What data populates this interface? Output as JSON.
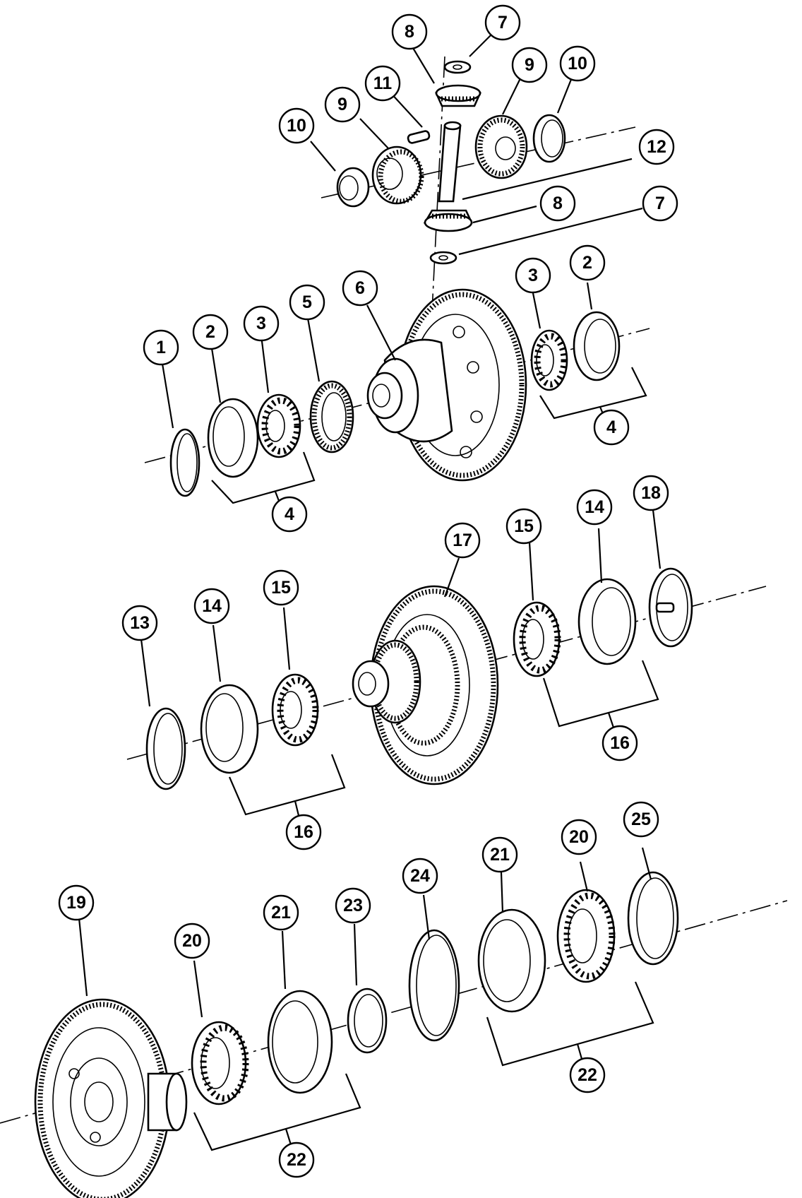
{
  "callouts": [
    {
      "key": "c7a",
      "text": "7"
    },
    {
      "key": "c8a",
      "text": "8"
    },
    {
      "key": "c9a",
      "text": "9"
    },
    {
      "key": "c10a",
      "text": "10"
    },
    {
      "key": "c11",
      "text": "11"
    },
    {
      "key": "c9b",
      "text": "9"
    },
    {
      "key": "c10b",
      "text": "10"
    },
    {
      "key": "c12",
      "text": "12"
    },
    {
      "key": "c8b",
      "text": "8"
    },
    {
      "key": "c7b",
      "text": "7"
    },
    {
      "key": "c3a",
      "text": "3"
    },
    {
      "key": "c2a",
      "text": "2"
    },
    {
      "key": "c6",
      "text": "6"
    },
    {
      "key": "c5",
      "text": "5"
    },
    {
      "key": "c3b",
      "text": "3"
    },
    {
      "key": "c2b",
      "text": "2"
    },
    {
      "key": "c1",
      "text": "1"
    },
    {
      "key": "c4a",
      "text": "4"
    },
    {
      "key": "c4b",
      "text": "4"
    },
    {
      "key": "c17",
      "text": "17"
    },
    {
      "key": "c15a",
      "text": "15"
    },
    {
      "key": "c14a",
      "text": "14"
    },
    {
      "key": "c18",
      "text": "18"
    },
    {
      "key": "c13",
      "text": "13"
    },
    {
      "key": "c14b",
      "text": "14"
    },
    {
      "key": "c15b",
      "text": "15"
    },
    {
      "key": "c16a",
      "text": "16"
    },
    {
      "key": "c16b",
      "text": "16"
    },
    {
      "key": "c19",
      "text": "19"
    },
    {
      "key": "c20a",
      "text": "20"
    },
    {
      "key": "c21a",
      "text": "21"
    },
    {
      "key": "c23",
      "text": "23"
    },
    {
      "key": "c24",
      "text": "24"
    },
    {
      "key": "c21b",
      "text": "21"
    },
    {
      "key": "c20b",
      "text": "20"
    },
    {
      "key": "c25",
      "text": "25"
    },
    {
      "key": "c22a",
      "text": "22"
    },
    {
      "key": "c22b",
      "text": "22"
    }
  ]
}
